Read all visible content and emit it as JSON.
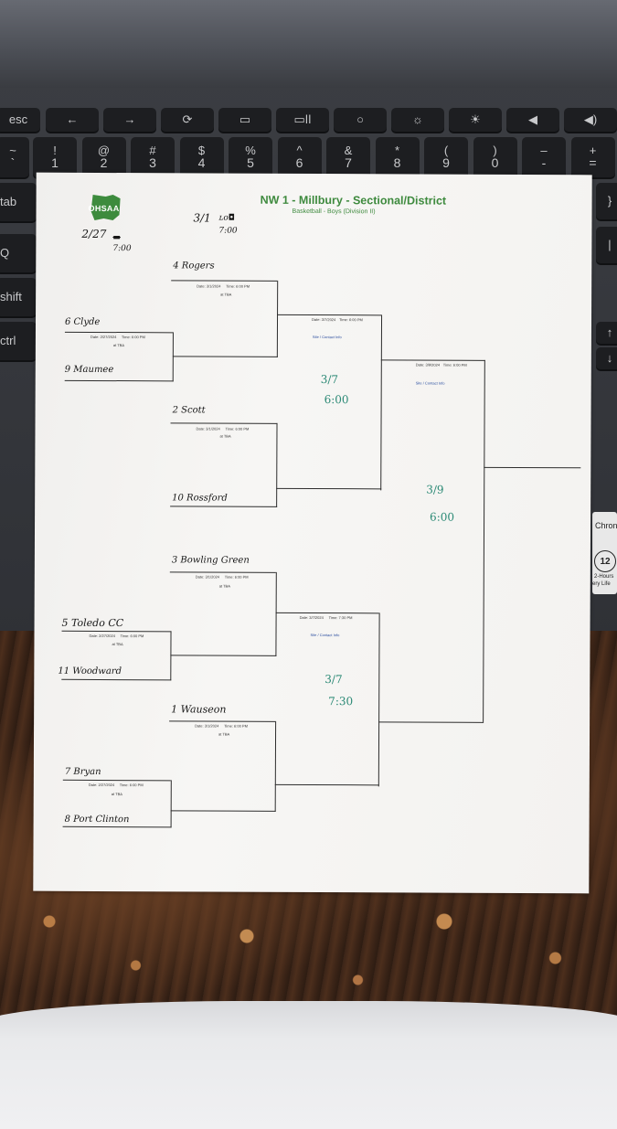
{
  "keyboard": {
    "row1": [
      "esc",
      "←",
      "→",
      "⟳",
      "▭",
      "▭ǀǀ",
      "○",
      "☼",
      "☀",
      "◀",
      "◀)"
    ],
    "row2": [
      [
        "~",
        "`"
      ],
      [
        "!",
        "1"
      ],
      [
        "@",
        "2"
      ],
      [
        "#",
        "3"
      ],
      [
        "$",
        "4"
      ],
      [
        "%",
        "5"
      ],
      [
        "^",
        "6"
      ],
      [
        "&",
        "7"
      ],
      [
        "*",
        "8"
      ],
      [
        "(",
        "9"
      ],
      [
        ")",
        "0"
      ],
      [
        "–",
        "-"
      ],
      [
        "+",
        "="
      ]
    ],
    "side_keys": [
      "tab",
      "Q",
      "shift",
      "ctrl"
    ],
    "right_keys": [
      "}",
      "|",
      "↑",
      "↓"
    ],
    "sticker": [
      "Chron",
      "12",
      "2-Hours",
      "ery Life"
    ]
  },
  "bracket": {
    "title": "NW 1 - Millbury - Sectional/District",
    "subtitle": "Basketball - Boys (Division II)",
    "logo": "OHSAA",
    "colors": {
      "title": "#3e8a3e",
      "ink": "#161616",
      "green_ink": "#2c8a76",
      "site_link": "#2c4fa0"
    },
    "handwritten_dates": {
      "r1_date": "2/27",
      "r1_time": "7:00",
      "r2_date": "3/1",
      "r2_time": "7:00"
    },
    "teams": [
      "4 Rogers",
      "6 Clyde",
      "9 Maumee",
      "2 Scott",
      "10 Rossford",
      "3 Bowling Green",
      "5 Toledo CC",
      "11 Woodward",
      "1 Wauseon",
      "7 Bryan",
      "8 Port Clinton"
    ],
    "game_info": {
      "g_clyde": {
        "date": "Date: 2/27/2024",
        "time": "Time: 6:00 PM",
        "loc": "at TBA"
      },
      "g_rogers": {
        "date": "Date: 3/1/2024",
        "time": "Time: 6:00 PM",
        "loc": "at TBA"
      },
      "g_scott": {
        "date": "Date: 3/1/2024",
        "time": "Time: 6:00 PM",
        "loc": "at TBA"
      },
      "g_bg": {
        "date": "Date: 3/1/2024",
        "time": "Time: 6:00 PM",
        "loc": "at TBA"
      },
      "g_toledo": {
        "date": "Date: 2/27/2024",
        "time": "Time: 6:00 PM",
        "loc": "at TBA"
      },
      "g_wauseon": {
        "date": "Date: 3/1/2024",
        "time": "Time: 6:00 PM",
        "loc": "at TBA"
      },
      "g_bryan": {
        "date": "Date: 2/27/2024",
        "time": "Time: 6:00 PM",
        "loc": "at TBA"
      },
      "semi1": {
        "date": "Date: 3/7/2024",
        "time": "Time: 6:00 PM",
        "site": "Site / Contact Info"
      },
      "semi2": {
        "date": "Date: 3/7/2024",
        "time": "Time: 7:30 PM",
        "site": "Site / Contact Info"
      },
      "final": {
        "date": "Date: 3/9/2024",
        "time": "Time: 6:00 PM",
        "site": "Site / Contact Info"
      }
    },
    "green_notes": {
      "semi1_date": "3/7",
      "semi1_time": "6:00",
      "semi2_date": "3/7",
      "semi2_time": "7:30",
      "final_date": "3/9",
      "final_time": "6:00"
    }
  }
}
